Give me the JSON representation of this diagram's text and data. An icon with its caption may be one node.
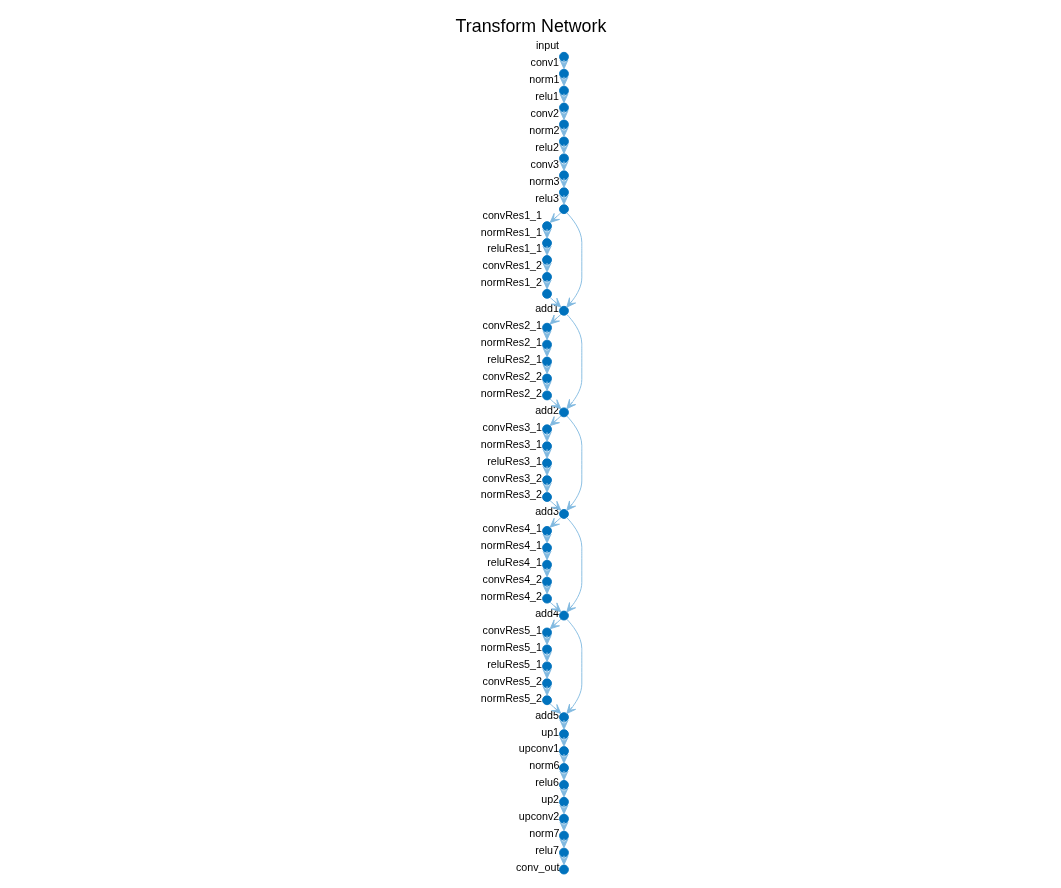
{
  "diagram": {
    "title": "Transform Network",
    "nodes": [
      {
        "text": [
          "input"
        ]
      },
      {
        "text": [
          "conv1"
        ]
      },
      {
        "text": [
          "norm1"
        ]
      },
      {
        "text": [
          "relu1"
        ]
      },
      {
        "text": [
          "conv2"
        ]
      },
      {
        "text": [
          "norm2"
        ]
      },
      {
        "text": [
          "relu2"
        ]
      },
      {
        "text": [
          "conv3"
        ]
      },
      {
        "text": [
          "norm3"
        ]
      },
      {
        "text": [
          "relu3"
        ]
      },
      {
        "text": [
          "convRes1_1"
        ]
      },
      {
        "text": [
          "normRes1_1"
        ]
      },
      {
        "text": [
          "reluRes1_1"
        ]
      },
      {
        "text": [
          "convRes1_2"
        ]
      },
      {
        "text": [
          "normRes1_2"
        ]
      },
      {
        "text": [
          "add1"
        ]
      },
      {
        "text": [
          "convRes2_1"
        ]
      },
      {
        "text": [
          "normRes2_1"
        ]
      },
      {
        "text": [
          "reluRes2_1"
        ]
      },
      {
        "text": [
          "convRes2_2"
        ]
      },
      {
        "text": [
          "normRes2_2"
        ]
      },
      {
        "text": [
          "add2"
        ]
      },
      {
        "text": [
          "convRes3_1"
        ]
      },
      {
        "text": [
          "normRes3_1"
        ]
      },
      {
        "text": [
          "reluRes3_1"
        ]
      },
      {
        "text": [
          "convRes3_2"
        ]
      },
      {
        "text": [
          "normRes3_2"
        ]
      },
      {
        "text": [
          "add3"
        ]
      },
      {
        "text": [
          "convRes4_1"
        ]
      },
      {
        "text": [
          "normRes4_1"
        ]
      },
      {
        "text": [
          "reluRes4_1"
        ]
      },
      {
        "text": [
          "convRes4_2"
        ]
      },
      {
        "text": [
          "normRes4_2"
        ]
      },
      {
        "text": [
          "add4"
        ]
      },
      {
        "text": [
          "convRes5_1"
        ]
      },
      {
        "text": [
          "normRes5_1"
        ]
      },
      {
        "text": [
          "reluRes5_1"
        ]
      },
      {
        "text": [
          "convRes5_2"
        ]
      },
      {
        "text": [
          "normRes5_2"
        ]
      },
      {
        "text": [
          "add5"
        ]
      },
      {
        "text": [
          "up1"
        ]
      },
      {
        "text": [
          "upconv1"
        ]
      },
      {
        "text": [
          "norm6"
        ]
      },
      {
        "text": [
          "relu6"
        ]
      },
      {
        "text": [
          "up2"
        ]
      },
      {
        "text": [
          "upconv2"
        ]
      },
      {
        "text": [
          "norm7"
        ]
      },
      {
        "text": [
          "relu7"
        ]
      },
      {
        "text": [
          "conv_out"
        ]
      }
    ],
    "edges": [
      {
        "from": 0,
        "to": 1,
        "arrow": "to"
      },
      {
        "from": 1,
        "to": 2,
        "arrow": "to"
      },
      {
        "from": 2,
        "to": 3,
        "arrow": "to"
      },
      {
        "from": 3,
        "to": 4,
        "arrow": "to"
      },
      {
        "from": 4,
        "to": 5,
        "arrow": "to"
      },
      {
        "from": 5,
        "to": 6,
        "arrow": "to"
      },
      {
        "from": 6,
        "to": 7,
        "arrow": "to"
      },
      {
        "from": 7,
        "to": 8,
        "arrow": "to"
      },
      {
        "from": 8,
        "to": 9,
        "arrow": "to"
      },
      {
        "from": 9,
        "to": 10,
        "arrow": "to"
      },
      {
        "from": 9,
        "to": 15,
        "arrow": "to"
      },
      {
        "from": 10,
        "to": 11,
        "arrow": "to"
      },
      {
        "from": 11,
        "to": 12,
        "arrow": "to"
      },
      {
        "from": 12,
        "to": 13,
        "arrow": "to"
      },
      {
        "from": 13,
        "to": 14,
        "arrow": "to"
      },
      {
        "from": 14,
        "to": 15,
        "arrow": "to"
      },
      {
        "from": 15,
        "to": 16,
        "arrow": "to"
      },
      {
        "from": 15,
        "to": 21,
        "arrow": "to"
      },
      {
        "from": 16,
        "to": 17,
        "arrow": "to"
      },
      {
        "from": 17,
        "to": 18,
        "arrow": "to"
      },
      {
        "from": 18,
        "to": 19,
        "arrow": "to"
      },
      {
        "from": 19,
        "to": 20,
        "arrow": "to"
      },
      {
        "from": 20,
        "to": 21,
        "arrow": "to"
      },
      {
        "from": 21,
        "to": 22,
        "arrow": "to"
      },
      {
        "from": 21,
        "to": 27,
        "arrow": "to"
      },
      {
        "from": 22,
        "to": 23,
        "arrow": "to"
      },
      {
        "from": 23,
        "to": 24,
        "arrow": "to"
      },
      {
        "from": 24,
        "to": 25,
        "arrow": "to"
      },
      {
        "from": 25,
        "to": 26,
        "arrow": "to"
      },
      {
        "from": 26,
        "to": 27,
        "arrow": "to"
      },
      {
        "from": 27,
        "to": 28,
        "arrow": "to"
      },
      {
        "from": 27,
        "to": 33,
        "arrow": "to"
      },
      {
        "from": 28,
        "to": 29,
        "arrow": "to"
      },
      {
        "from": 29,
        "to": 30,
        "arrow": "to"
      },
      {
        "from": 30,
        "to": 31,
        "arrow": "to"
      },
      {
        "from": 31,
        "to": 32,
        "arrow": "to"
      },
      {
        "from": 32,
        "to": 33,
        "arrow": "to"
      },
      {
        "from": 33,
        "to": 34,
        "arrow": "to"
      },
      {
        "from": 33,
        "to": 39,
        "arrow": "to"
      },
      {
        "from": 34,
        "to": 35,
        "arrow": "to"
      },
      {
        "from": 35,
        "to": 36,
        "arrow": "to"
      },
      {
        "from": 36,
        "to": 37,
        "arrow": "to"
      },
      {
        "from": 37,
        "to": 38,
        "arrow": "to"
      },
      {
        "from": 38,
        "to": 39,
        "arrow": "to"
      },
      {
        "from": 39,
        "to": 40,
        "arrow": "to"
      },
      {
        "from": 40,
        "to": 41,
        "arrow": "to"
      },
      {
        "from": 41,
        "to": 42,
        "arrow": "to"
      },
      {
        "from": 42,
        "to": 43,
        "arrow": "to"
      },
      {
        "from": 43,
        "to": 44,
        "arrow": "to"
      },
      {
        "from": 44,
        "to": 45,
        "arrow": "to"
      },
      {
        "from": 45,
        "to": 46,
        "arrow": "to"
      },
      {
        "from": 46,
        "to": 47,
        "arrow": "to"
      },
      {
        "from": 47,
        "to": 48,
        "arrow": "to"
      }
    ]
  }
}
